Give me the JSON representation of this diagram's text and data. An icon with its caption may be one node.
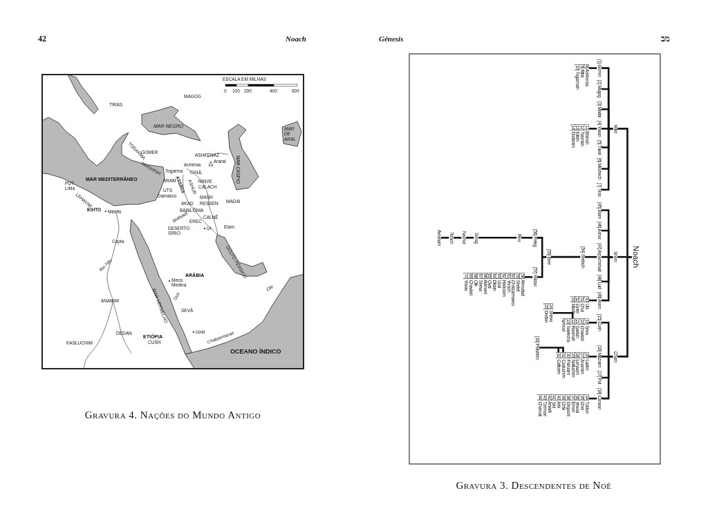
{
  "diagram": {
    "nodes": [
      {
        "text": [
          "Noach"
        ]
      },
      {
        "text": [
          "Yefet"
        ]
      },
      {
        "text": [
          "Shem"
        ]
      },
      {
        "text": [
          "Cham"
        ]
      },
      {
        "text": [
          "[1] Gomer"
        ]
      },
      {
        "text": [
          "[2] Magog"
        ]
      },
      {
        "text": [
          "[3] Madai"
        ]
      },
      {
        "text": [
          "[4] Yavan"
        ]
      },
      {
        "text": [
          "[5] Tuval"
        ]
      },
      {
        "text": [
          "[6] Meshech"
        ]
      },
      {
        "text": [
          "[7] Tiras"
        ]
      },
      {
        "text": [
          "[8] Ashkenaz",
          "[9] Rifat",
          "[10] Togarmah"
        ]
      },
      {
        "text": [
          "[11] Elishah",
          "[12] Tarshish",
          "[13] Kittim",
          "[14] Dodanim"
        ]
      },
      {
        "text": [
          "[45] Elam"
        ]
      },
      {
        "text": [
          "[46] Ashur"
        ]
      },
      {
        "text": [
          "[47] Arpachshad"
        ]
      },
      {
        "text": [
          "[48] Lud"
        ]
      },
      {
        "text": [
          "[49] Aram"
        ]
      },
      {
        "text": [
          "[50] Utz",
          "[51] Chul",
          "[52] Geter",
          "[53] Mash"
        ]
      },
      {
        "text": [
          "[54] Shelach"
        ]
      },
      {
        "text": [
          "[55] Ever"
        ]
      },
      {
        "text": [
          "[56] Peleg"
        ]
      },
      {
        "text": [
          "[57] Yoktan"
        ]
      },
      {
        "text": [
          "Reu"
        ]
      },
      {
        "text": [
          "Serug"
        ]
      },
      {
        "text": [
          "Nachor"
        ]
      },
      {
        "text": [
          "Terach"
        ]
      },
      {
        "text": [
          "Avraham"
        ]
      },
      {
        "text": [
          "[58] Almodad",
          "[59] Shelef",
          "[60] Chatzarmaves",
          "[61] Yerach",
          "[62] Hadoram",
          "[63] Uzal",
          "[64] Diklah",
          "[65] Oval",
          "[66] Avimael",
          "[67] Sheva",
          "[68] Ofir",
          "[69] Chavilah",
          "[70] Yovav"
        ]
      },
      {
        "text": [
          "[15] Cush"
        ]
      },
      {
        "text": [
          "[16] Mitzraim"
        ]
      },
      {
        "text": [
          "[17] Put"
        ]
      },
      {
        "text": [
          "[18] Canaan"
        ]
      },
      {
        "text": [
          "[19] Seva",
          "[20] Chavilah",
          "[21] Savtah",
          "[22] Raamah",
          "[23] Savtecha",
          "Nimrod"
        ]
      },
      {
        "text": [
          "[24] Sheva",
          "[25] Dedan"
        ]
      },
      {
        "text": [
          "[26] Ludim",
          "[27] Anamim",
          "[28] Lehavim",
          "[29] Naftuchim",
          "[30] Patrusim",
          "[31] Casluchim",
          "[32] Caftorim"
        ]
      },
      {
        "text": [
          "[33] Pelishtim"
        ]
      },
      {
        "text": [
          "[34] Tzidon",
          "[35] Chet",
          "[36] Yevusi",
          "[37] Emori",
          "[38] Girgashi",
          "[39] Chivi",
          "[40] Arki",
          "[41] Sini",
          "[42] Arvadi",
          "[43] Tzemari",
          "[44] Chamati"
        ]
      }
    ],
    "edges": [
      {
        "from": 0,
        "to": 1,
        "arrow": "none"
      },
      {
        "from": 0,
        "to": 2,
        "arrow": "none"
      },
      {
        "from": 0,
        "to": 3,
        "arrow": "none"
      },
      {
        "from": 1,
        "to": 4,
        "arrow": "none"
      },
      {
        "from": 1,
        "to": 5,
        "arrow": "none"
      },
      {
        "from": 1,
        "to": 6,
        "arrow": "none"
      },
      {
        "from": 1,
        "to": 7,
        "arrow": "none"
      },
      {
        "from": 1,
        "to": 8,
        "arrow": "none"
      },
      {
        "from": 1,
        "to": 9,
        "arrow": "none"
      },
      {
        "from": 1,
        "to": 10,
        "arrow": "none"
      },
      {
        "from": 4,
        "to": 11,
        "arrow": "none"
      },
      {
        "from": 7,
        "to": 12,
        "arrow": "none"
      },
      {
        "from": 2,
        "to": 13,
        "arrow": "none"
      },
      {
        "from": 2,
        "to": 14,
        "arrow": "none"
      },
      {
        "from": 2,
        "to": 15,
        "arrow": "none"
      },
      {
        "from": 2,
        "to": 16,
        "arrow": "none"
      },
      {
        "from": 2,
        "to": 17,
        "arrow": "none"
      },
      {
        "from": 17,
        "to": 18,
        "arrow": "none"
      },
      {
        "from": 15,
        "to": 19,
        "arrow": "none"
      },
      {
        "from": 19,
        "to": 20,
        "arrow": "none"
      },
      {
        "from": 20,
        "to": 21,
        "arrow": "none"
      },
      {
        "from": 20,
        "to": 22,
        "arrow": "none"
      },
      {
        "from": 21,
        "to": 23,
        "arrow": "none"
      },
      {
        "from": 23,
        "to": 24,
        "arrow": "none"
      },
      {
        "from": 24,
        "to": 25,
        "arrow": "none"
      },
      {
        "from": 25,
        "to": 26,
        "arrow": "none"
      },
      {
        "from": 26,
        "to": 27,
        "arrow": "none"
      },
      {
        "from": 22,
        "to": 28,
        "arrow": "none"
      },
      {
        "from": 3,
        "to": 29,
        "arrow": "none"
      },
      {
        "from": 3,
        "to": 30,
        "arrow": "none"
      },
      {
        "from": 3,
        "to": 31,
        "arrow": "none"
      },
      {
        "from": 3,
        "to": 32,
        "arrow": "none"
      },
      {
        "from": 29,
        "to": 33,
        "arrow": "none"
      },
      {
        "from": 33,
        "to": 34,
        "arrow": "none"
      },
      {
        "from": 30,
        "to": 35,
        "arrow": "none"
      },
      {
        "from": 35,
        "to": 36,
        "arrow": "none"
      },
      {
        "from": 32,
        "to": 37,
        "arrow": "none"
      }
    ],
    "labels": [
      "42",
      "Noach",
      "Gênesis",
      "מב",
      "ESCALA EM MILHAS",
      "0",
      "100",
      "200",
      "400",
      "600",
      "MAGOG",
      "TIRAS",
      "MAR NEGRO",
      "MAR DE ARAL",
      "TOGARMA",
      "GOMER",
      "ASHKENAZ",
      "TARSHISH",
      "Togarma",
      "Armênia",
      "CHUL",
      "Ararat",
      "MAR CÁSPIO",
      "PUT",
      "MAR MEDITERRÂNEO",
      "ARAM",
      "ASSÍRIA",
      "ASHUR",
      "NINVE",
      "Líbia",
      "CALACH",
      "LEHAVIM",
      "UTS",
      "Damasco",
      "MASH",
      "AKAD",
      "RESSEN",
      "MADAI",
      "EGITO",
      "Mênfis",
      "BABILÔNIA",
      "SHINAR",
      "EREC",
      "CALNÊ",
      "DESERTO SÍRIO",
      "Ur",
      "Elam",
      "Copta",
      "GOLFO PÉRSICO",
      "Rio Nilo",
      "ARÁBIA",
      "Meca",
      "Medina",
      "Ofir",
      "MAR VERMELHO",
      "Ovil",
      "ANAMIM",
      "SEVÁ",
      "DEDAN",
      "ETIÓPIA",
      "Uzal",
      "Chatsarmavet",
      "KASLUCHIM",
      "CUSH",
      "OCEANO ÍNDICO",
      "Gravura 4. Nações do Mundo Antigo",
      "Gravura 3. Descendentes de Noé"
    ]
  }
}
